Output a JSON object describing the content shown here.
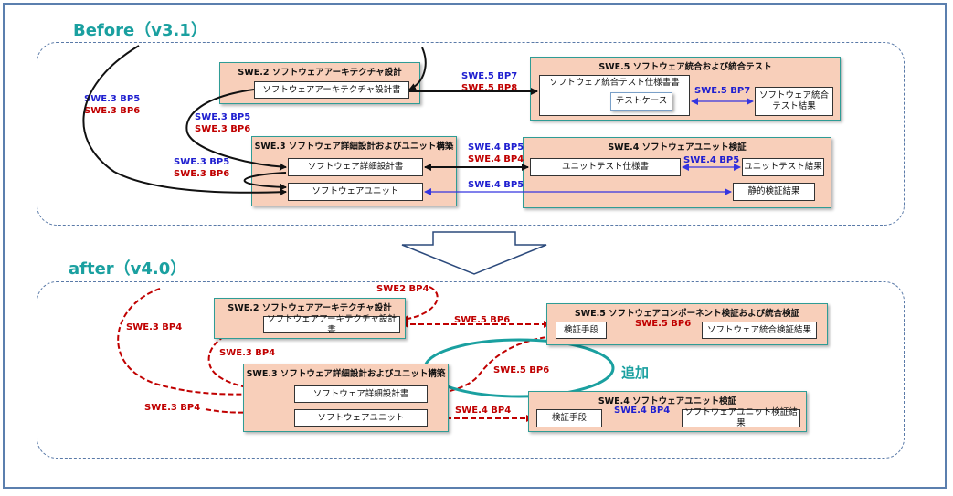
{
  "colors": {
    "teal": "#1aa0a0",
    "process_fill": "#f8cfba",
    "process_border": "#2f9c95",
    "blue_label": "#1f1fd0",
    "red_label": "#c00000",
    "frame": "#5b7fae"
  },
  "before": {
    "title": "Before（v3.1）",
    "swe2": {
      "title": "SWE.2 ソフトウェアアーキテクチャ設計",
      "doc": "ソフトウェアアーキテクチャ設計書"
    },
    "swe3": {
      "title": "SWE.3 ソフトウェア詳細設計およびユニット構築",
      "doc": "ソフトウェア詳細設計書",
      "unit": "ソフトウェアユニット"
    },
    "swe5": {
      "title": "SWE.5 ソフトウェア統合および統合テスト",
      "spec": "ソフトウェア統合テスト仕様書書",
      "testcase": "テストケース",
      "result": "ソフトウェア統合\nテスト結果"
    },
    "swe4": {
      "title": "SWE.4 ソフトウェアユニット検証",
      "spec": "ユニットテスト仕様書",
      "result": "ユニットテスト結果",
      "static": "静的検証結果"
    },
    "labels": {
      "swe3bp5_left": "SWE.3 BP5",
      "swe3bp6_left": "SWE.3 BP6",
      "swe3bp5_mid": "SWE.3 BP5",
      "swe3bp6_mid": "SWE.3 BP6",
      "swe3bp5_low": "SWE.3 BP5",
      "swe3bp6_low": "SWE.3 BP6",
      "swe5bp7": "SWE.5 BP7",
      "swe5bp8": "SWE.5 BP8",
      "swe5bp7_right": "SWE.5 BP7",
      "swe4bp5_a": "SWE.4 BP5",
      "swe4bp4": "SWE.4 BP4",
      "swe4bp5_right": "SWE.4 BP5",
      "swe4bp5_b": "SWE.4 BP5"
    }
  },
  "after": {
    "title": "after（v4.0）",
    "swe2": {
      "title": "SWE.2 ソフトウェアアーキテクチャ設計",
      "doc": "ソフトウェアアーキテクチャ設計書"
    },
    "swe3": {
      "title": "SWE.3 ソフトウェア詳細設計およびユニット構築",
      "doc": "ソフトウェア詳細設計書",
      "unit": "ソフトウェアユニット"
    },
    "swe5": {
      "title": "SWE.5 ソフトウェアコンポーネント検証および統合検証",
      "means": "検証手段",
      "result": "ソフトウェア統合検証結果"
    },
    "swe4": {
      "title": "SWE.4 ソフトウェアユニット検証",
      "means": "検証手段",
      "result": "ソフトウェアユニット検証結果"
    },
    "labels": {
      "swe2bp4": "SWE2 BP4",
      "swe3bp4_left": "SWE.3 BP4",
      "swe3bp4_mid": "SWE.3 BP4",
      "swe3bp4_low": "SWE.3 BP4",
      "swe5bp6_top": "SWE.5 BP6",
      "swe5bp6_right": "SWE.5 BP6",
      "swe5bp6_mid": "SWE.5 BP6",
      "swe4bp4_mid": "SWE.4 BP4",
      "swe4bp4_right": "SWE.4 BP4"
    },
    "added": "追加"
  }
}
